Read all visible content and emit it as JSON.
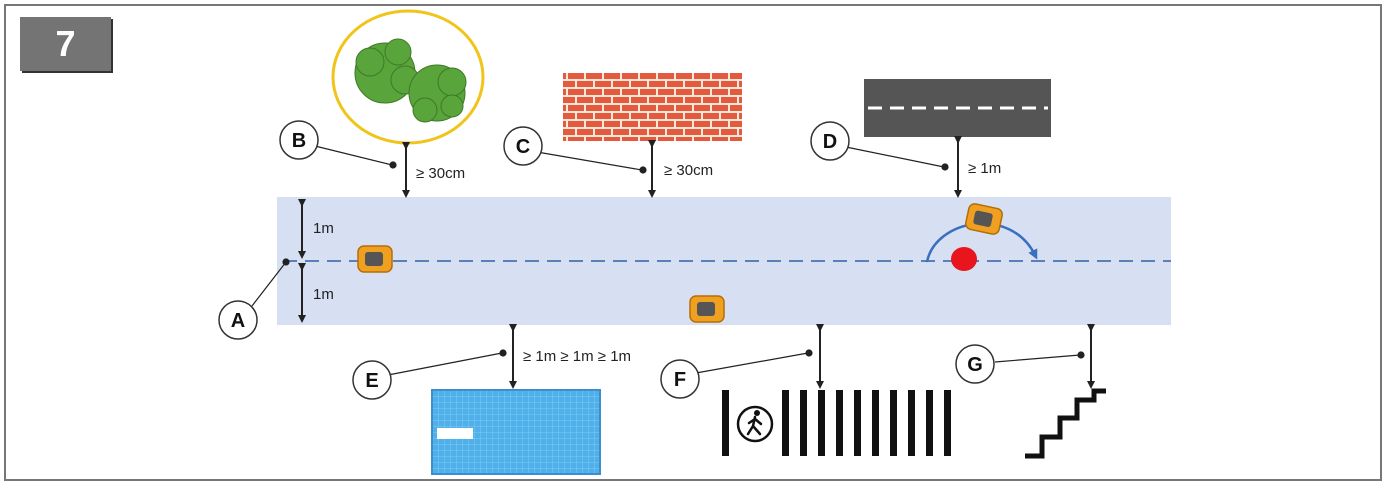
{
  "step_number": "7",
  "markers": {
    "A": "A",
    "B": "B",
    "C": "C",
    "D": "D",
    "E": "E",
    "F": "F",
    "G": "G"
  },
  "distances": {
    "lane_top": "1m",
    "lane_bottom": "1m",
    "tree": "≥ 30cm",
    "wall": "≥ 30cm",
    "road": "≥ 1m",
    "pool": "≥ 1m ≥ 1m ≥ 1m"
  },
  "colors": {
    "lane_fill": "#d6e0f2",
    "guide_line": "#5b7fb8",
    "mower": "#f0a020",
    "obstacle": "#e8141e",
    "tree_ring": "#f0c419",
    "tree": "#5aa43c",
    "brick": "#e45a3c",
    "road": "#555555",
    "pool": "#4fb0ea"
  },
  "icons": [
    "tree-icon",
    "brick-wall-icon",
    "road-icon",
    "pool-icon",
    "crosswalk-icon",
    "pedestrian-icon",
    "stairs-icon",
    "robot-mower-icon",
    "obstacle-icon"
  ]
}
